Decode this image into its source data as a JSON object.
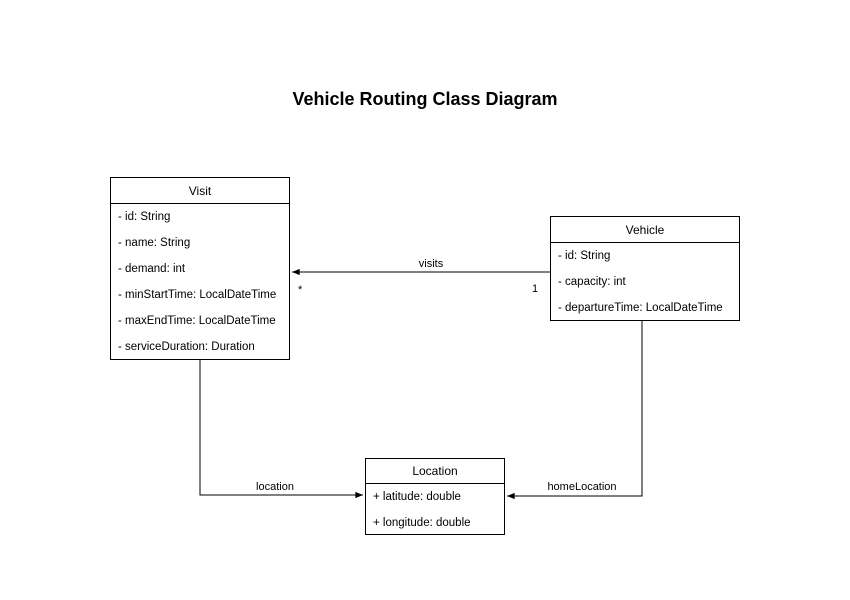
{
  "title": "Vehicle Routing Class Diagram",
  "classes": {
    "visit": {
      "name": "Visit",
      "attributes": [
        "- id: String",
        "- name: String",
        "- demand: int",
        "- minStartTime: LocalDateTime",
        "- maxEndTime: LocalDateTime",
        "- serviceDuration: Duration"
      ]
    },
    "vehicle": {
      "name": "Vehicle",
      "attributes": [
        "- id: String",
        "- capacity: int",
        "- departureTime: LocalDateTime"
      ]
    },
    "location": {
      "name": "Location",
      "attributes": [
        "+ latitude: double",
        "+ longitude: double"
      ]
    }
  },
  "connections": {
    "visits": {
      "label": "visits",
      "multiplicity_at_visit": "*",
      "multiplicity_at_vehicle": "1"
    },
    "location": {
      "label": "location"
    },
    "home_location": {
      "label": "homeLocation"
    }
  },
  "colors": {
    "line": "#000000",
    "box_fill": "#ffffff",
    "background": "#ffffff",
    "text": "#000000"
  }
}
